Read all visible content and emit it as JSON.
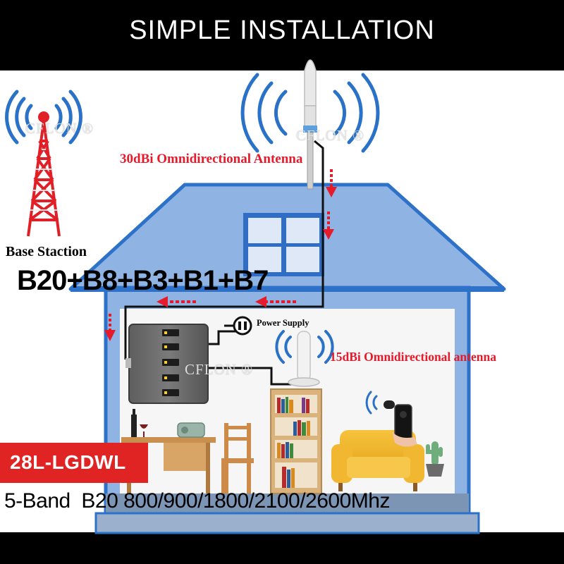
{
  "header": {
    "title": "SIMPLE INSTALLATION"
  },
  "base_station": {
    "label": "Base Staction"
  },
  "bands": {
    "label": "B20+B8+B3+B1+B7"
  },
  "outdoor_antenna": {
    "label": "30dBi Omnidirectional Antenna"
  },
  "indoor_antenna": {
    "label": "15dBi Omnidirectional antenna"
  },
  "power": {
    "label": "Power Supply"
  },
  "product": {
    "model": "28L-LGDWL",
    "frequencies": "5-Band  B20 800/900/1800/2100/2600Mhz"
  },
  "watermark": {
    "text": "CFLON ®"
  },
  "colors": {
    "header_bg": "#000000",
    "house_fill": "#8fb4e4",
    "house_stroke": "#2d72c8",
    "room_bg": "#f6f6f6",
    "floor": "#7c95b5",
    "arrow": "#e51a2a",
    "model_badge": "#e02424",
    "tower": "#e11f26",
    "signal": "#2a72c7"
  }
}
